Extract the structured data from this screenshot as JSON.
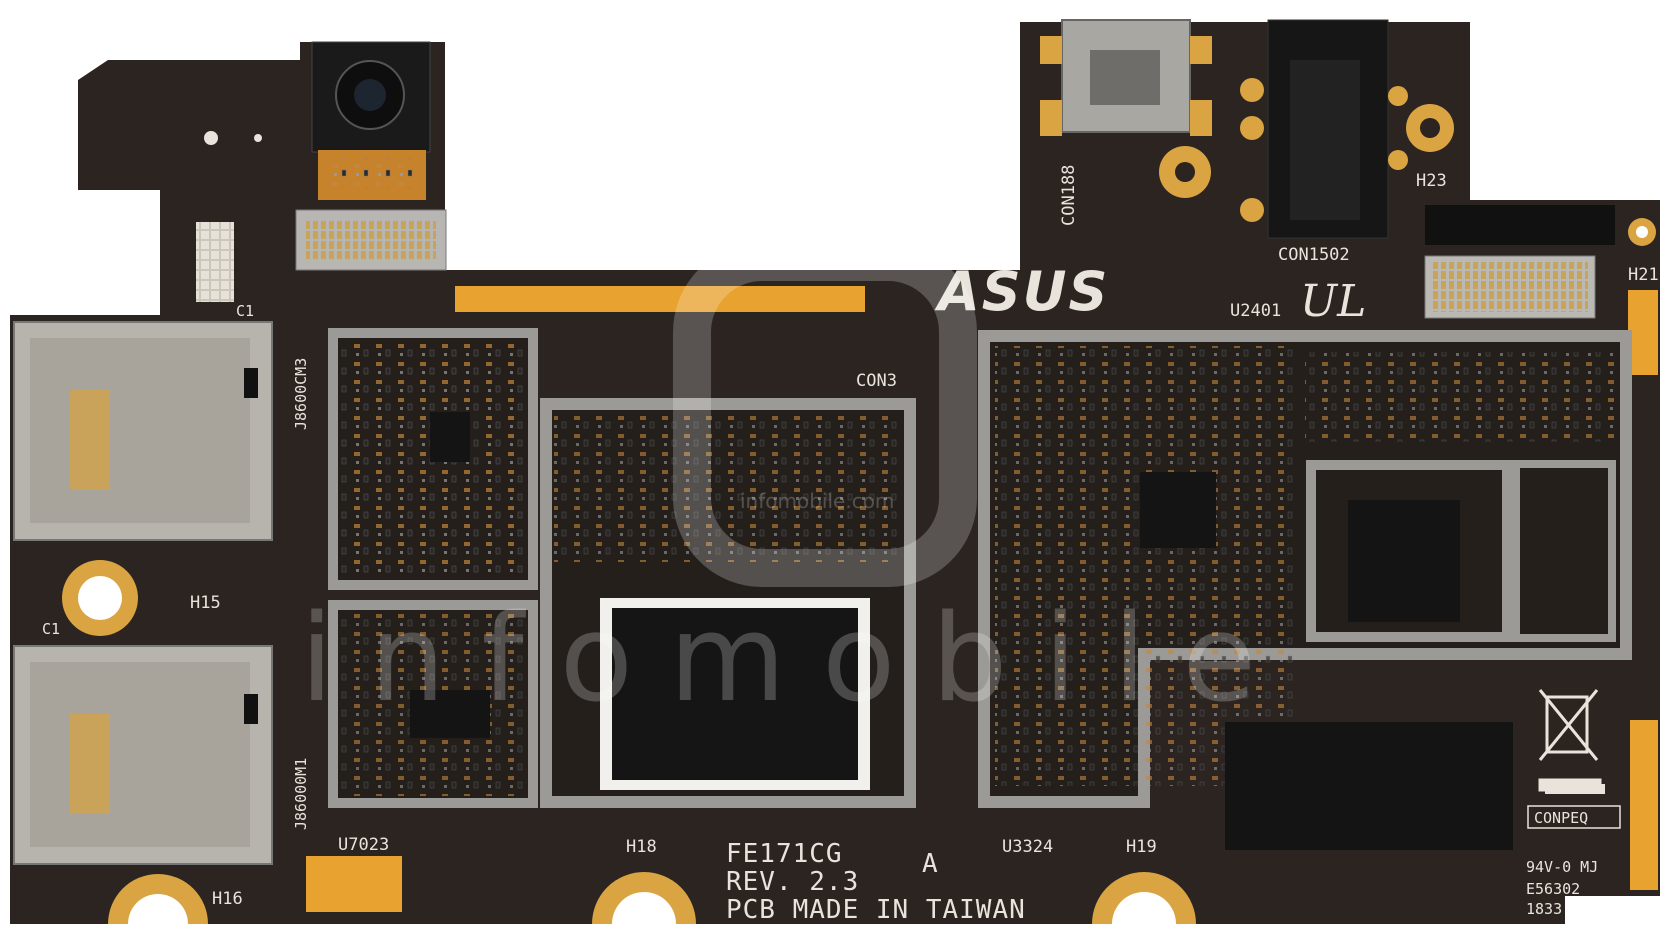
{
  "board": {
    "brand": "ASUS",
    "model": "FE171CG",
    "revision_letter": "A",
    "revision": "REV. 2.3",
    "made_in": "PCB MADE IN TAIWAN",
    "rating": "94V-0 MJ",
    "cert_number": "E56302",
    "date_code": "1833",
    "cert_brand": "CONPEQ",
    "ul_mark": "UL"
  },
  "labels": {
    "c1": "C1",
    "c1b": "C1",
    "j8600cm3": "J8600CM3",
    "j8600cm1": "J86000M1",
    "h15": "H15",
    "h16": "H16",
    "h18": "H18",
    "h19": "H19",
    "h21": "H21",
    "h23": "H23",
    "u7023": "U7023",
    "u3324": "U3324",
    "u2401": "U2401",
    "con3": "CON3",
    "con188": "CON188",
    "con1502": "CON1502"
  },
  "watermark": {
    "text": "infomobile",
    "small_text": "infomobile.com"
  },
  "colors": {
    "pcb": "#2b2420",
    "pcb_dark": "#1e1916",
    "gold": "#d9a441",
    "shield": "#9c9a96",
    "chip": "#141414",
    "orange_tape": "#e8a230",
    "silkscreen": "#e8e4dc"
  }
}
